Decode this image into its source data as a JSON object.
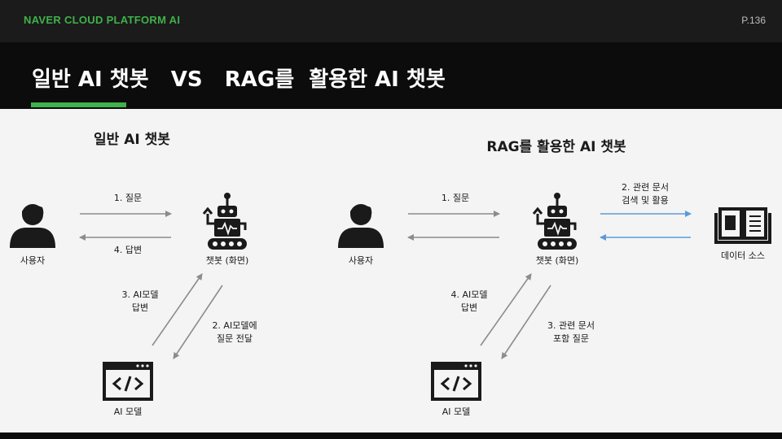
{
  "header": {
    "brand": "NAVER CLOUD PLATFORM  AI",
    "page_number": "P.136"
  },
  "slide_title": "일반 AI 챗봇   VS   RAG를  활용한 AI 챗봇",
  "left_diagram": {
    "heading": "일반 AI 챗봇",
    "user_label": "사용자",
    "bot_label": "챗봇 (화면)",
    "model_label": "AI 모델",
    "step1": "1. 질문",
    "step4": "4. 답변",
    "step2_line1": "2. AI모델에",
    "step2_line2": "질문 전달",
    "step3_line1": "3. AI모델",
    "step3_line2": "답변"
  },
  "right_diagram": {
    "heading": "RAG를 활용한 AI 챗봇",
    "user_label": "사용자",
    "bot_label": "챗봇 (화면)",
    "model_label": "AI 모델",
    "source_label": "데이터 소스",
    "step1": "1. 질문",
    "step2_line1": "2. 관련 문서",
    "step2_line2": "검색 및 활용",
    "step3_line1": "3. 관련 문서",
    "step3_line2": "포함 질문",
    "step4_line1": "4. AI모델",
    "step4_line2": "답변"
  },
  "colors": {
    "accent": "#3fb24a",
    "arrow_gray": "#8c8c8c",
    "arrow_blue": "#5b9bd5",
    "icon": "#1a1a1a"
  }
}
